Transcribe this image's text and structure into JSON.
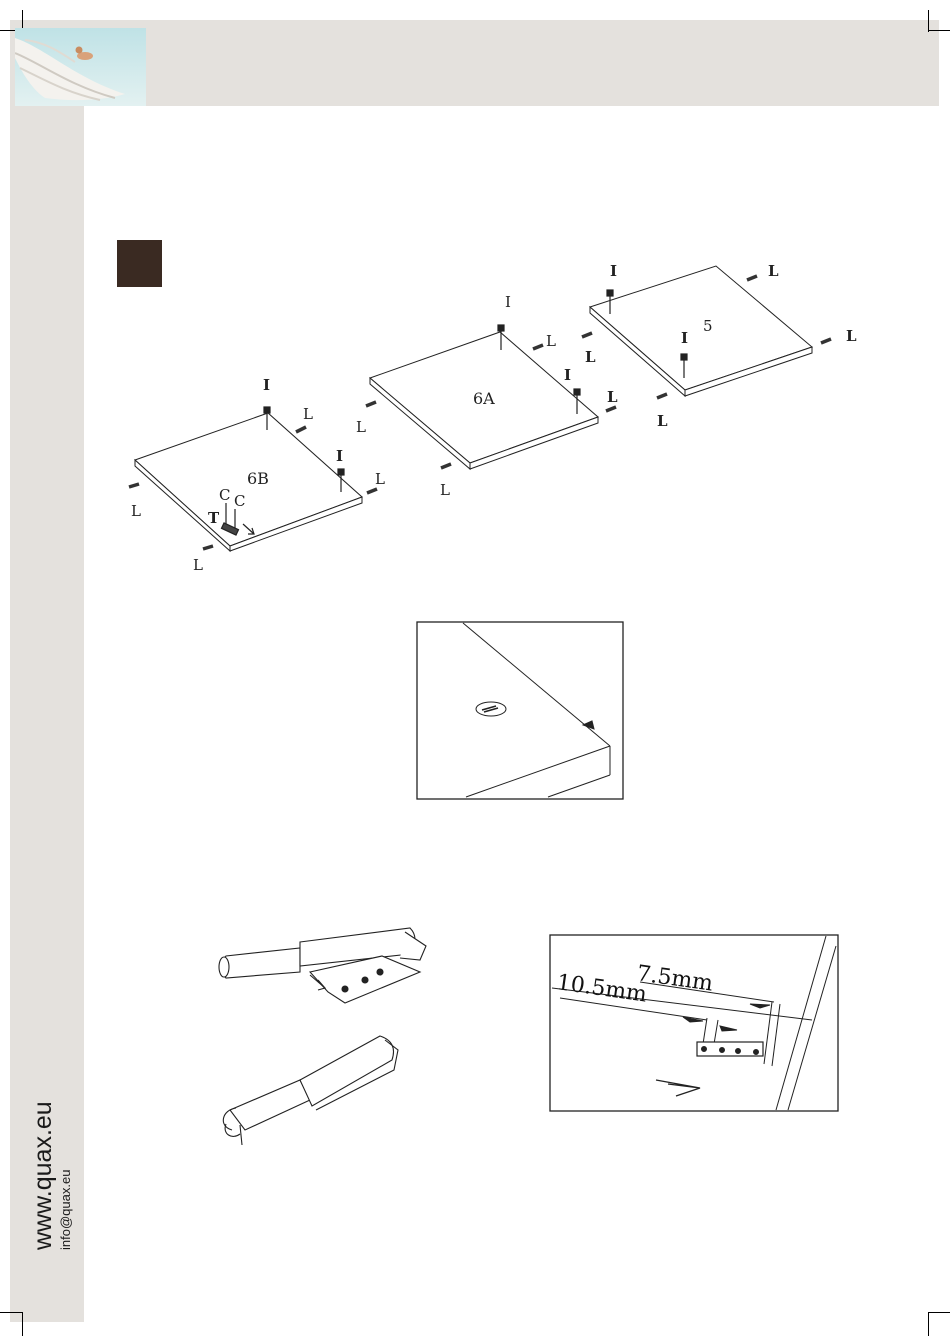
{
  "sidebar": {
    "website": "www.quax.eu",
    "email": "info@quax.eu"
  },
  "colors": {
    "band": "#e4e1dd",
    "step_marker": "#3a2a22"
  },
  "diagram": {
    "panels": {
      "panel_6b": "6B",
      "panel_6a": "6A",
      "panel_5": "5"
    },
    "part_labels": {
      "cam": "I",
      "dowel": "L",
      "screw": "C",
      "hinge": "T"
    }
  },
  "dimensions": {
    "short": "7.5mm",
    "long": "10.5mm"
  }
}
